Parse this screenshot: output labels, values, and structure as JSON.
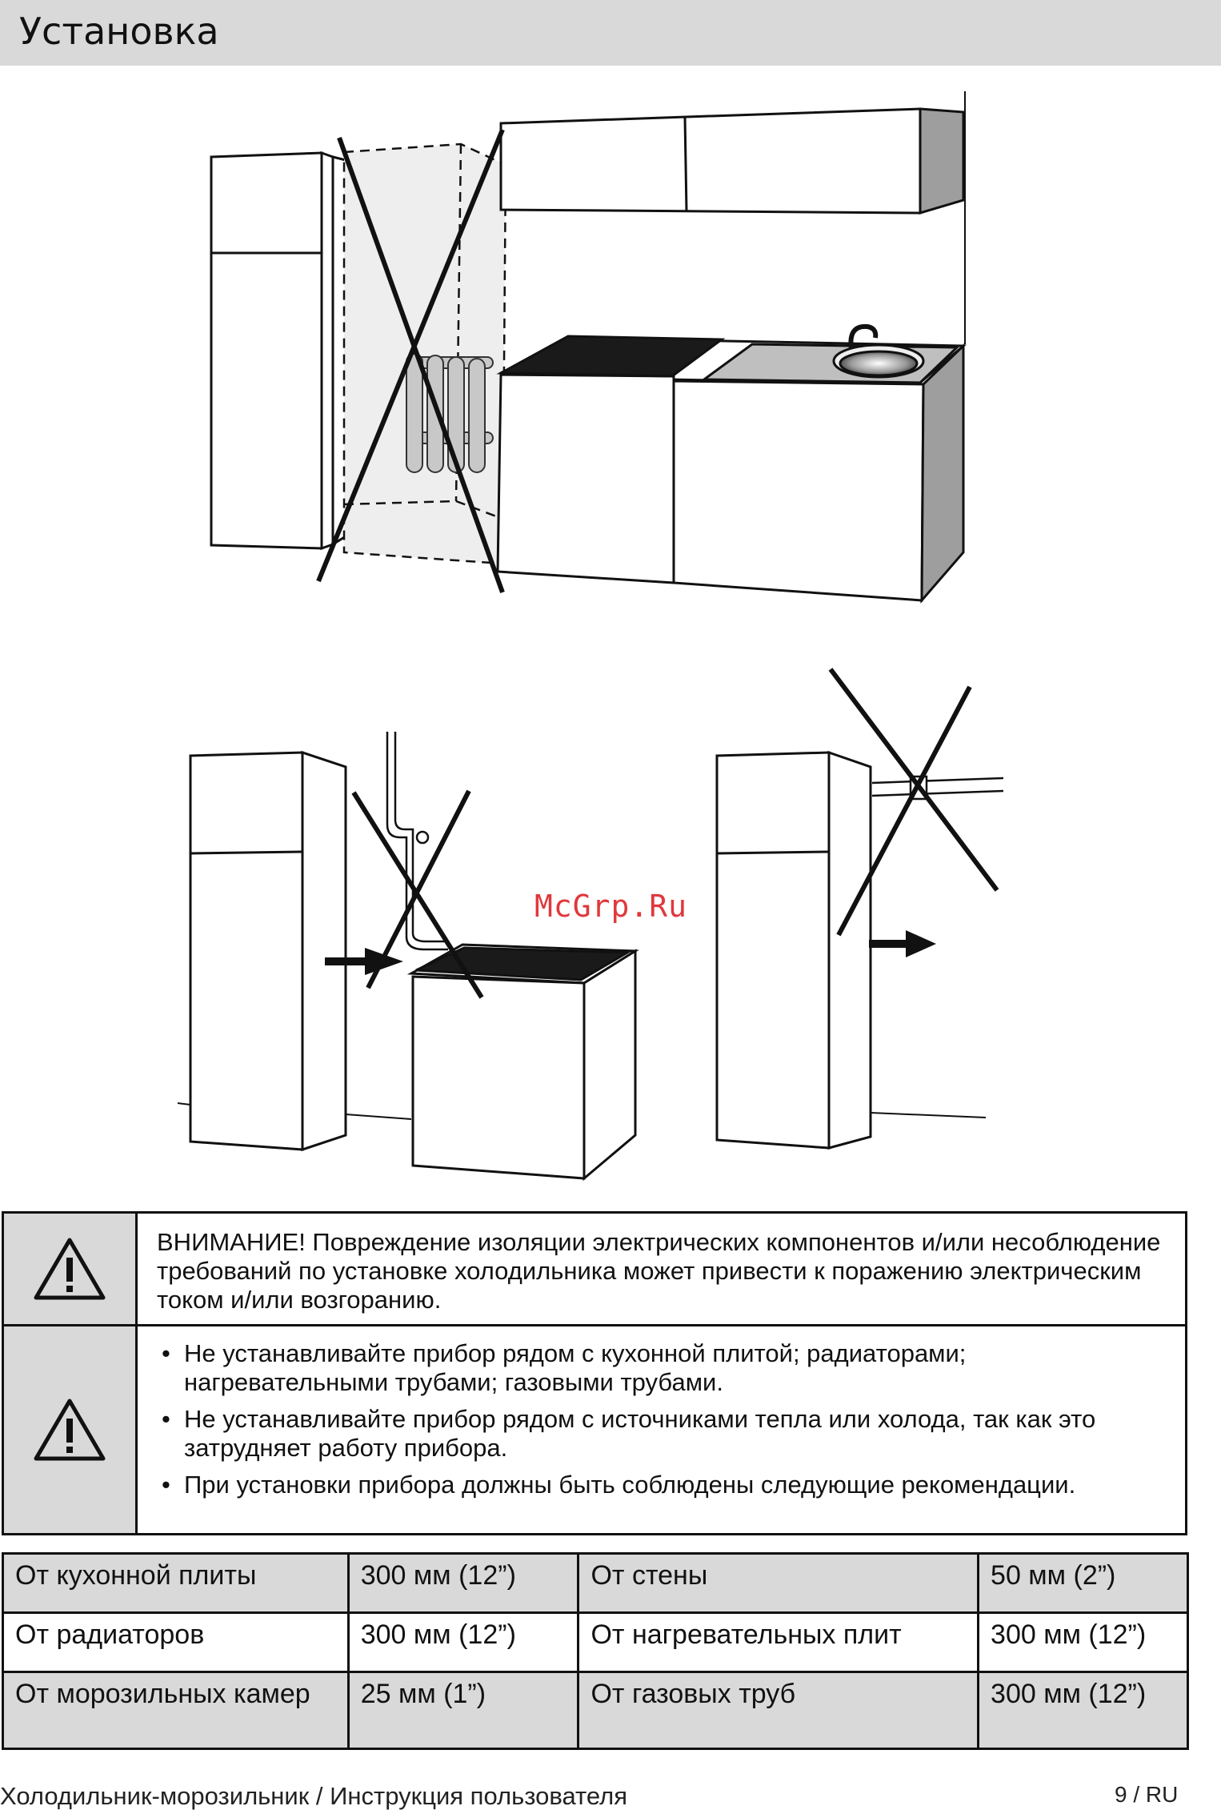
{
  "header": {
    "title": "Установка"
  },
  "watermark": "McGrp.Ru",
  "icons": {
    "warning": "warning-triangle-icon",
    "cross_mark": "cross-mark-icon",
    "arrow": "arrow-right-icon"
  },
  "warning": {
    "text": "ВНИМАНИЕ! Повреждение изоляции электрических компонентов и/или несоблюдение требований по установке холодильника может привести к поражению электрическим током и/или возгоранию.",
    "bullets": [
      "Не устанавливайте прибор рядом с кухонной плитой; радиаторами; нагревательными трубами; газовыми трубами.",
      "Не устанавливайте прибор рядом с источниками тепла или холода, так как это затрудняет работу прибора.",
      "При установки прибора должны быть соблюдены следующие рекомендации."
    ]
  },
  "distances": [
    {
      "label1": "От  кухонной плиты",
      "value1": "300 мм (12”)",
      "label2": "От стены",
      "value2": "50 мм (2”)"
    },
    {
      "label1": "От  радиаторов",
      "value1": "300 мм (12”)",
      "label2": "От нагревательных плит",
      "value2": "300 мм (12”)"
    },
    {
      "label1": "От  морозильных камер",
      "value1": "25 мм (1”)",
      "label2": "От газовых труб",
      "value2": "300 мм (12”)"
    }
  ],
  "footer": {
    "left": "Холодильник-морозильник / Инструкция пользователя",
    "right": "9 / RU"
  }
}
